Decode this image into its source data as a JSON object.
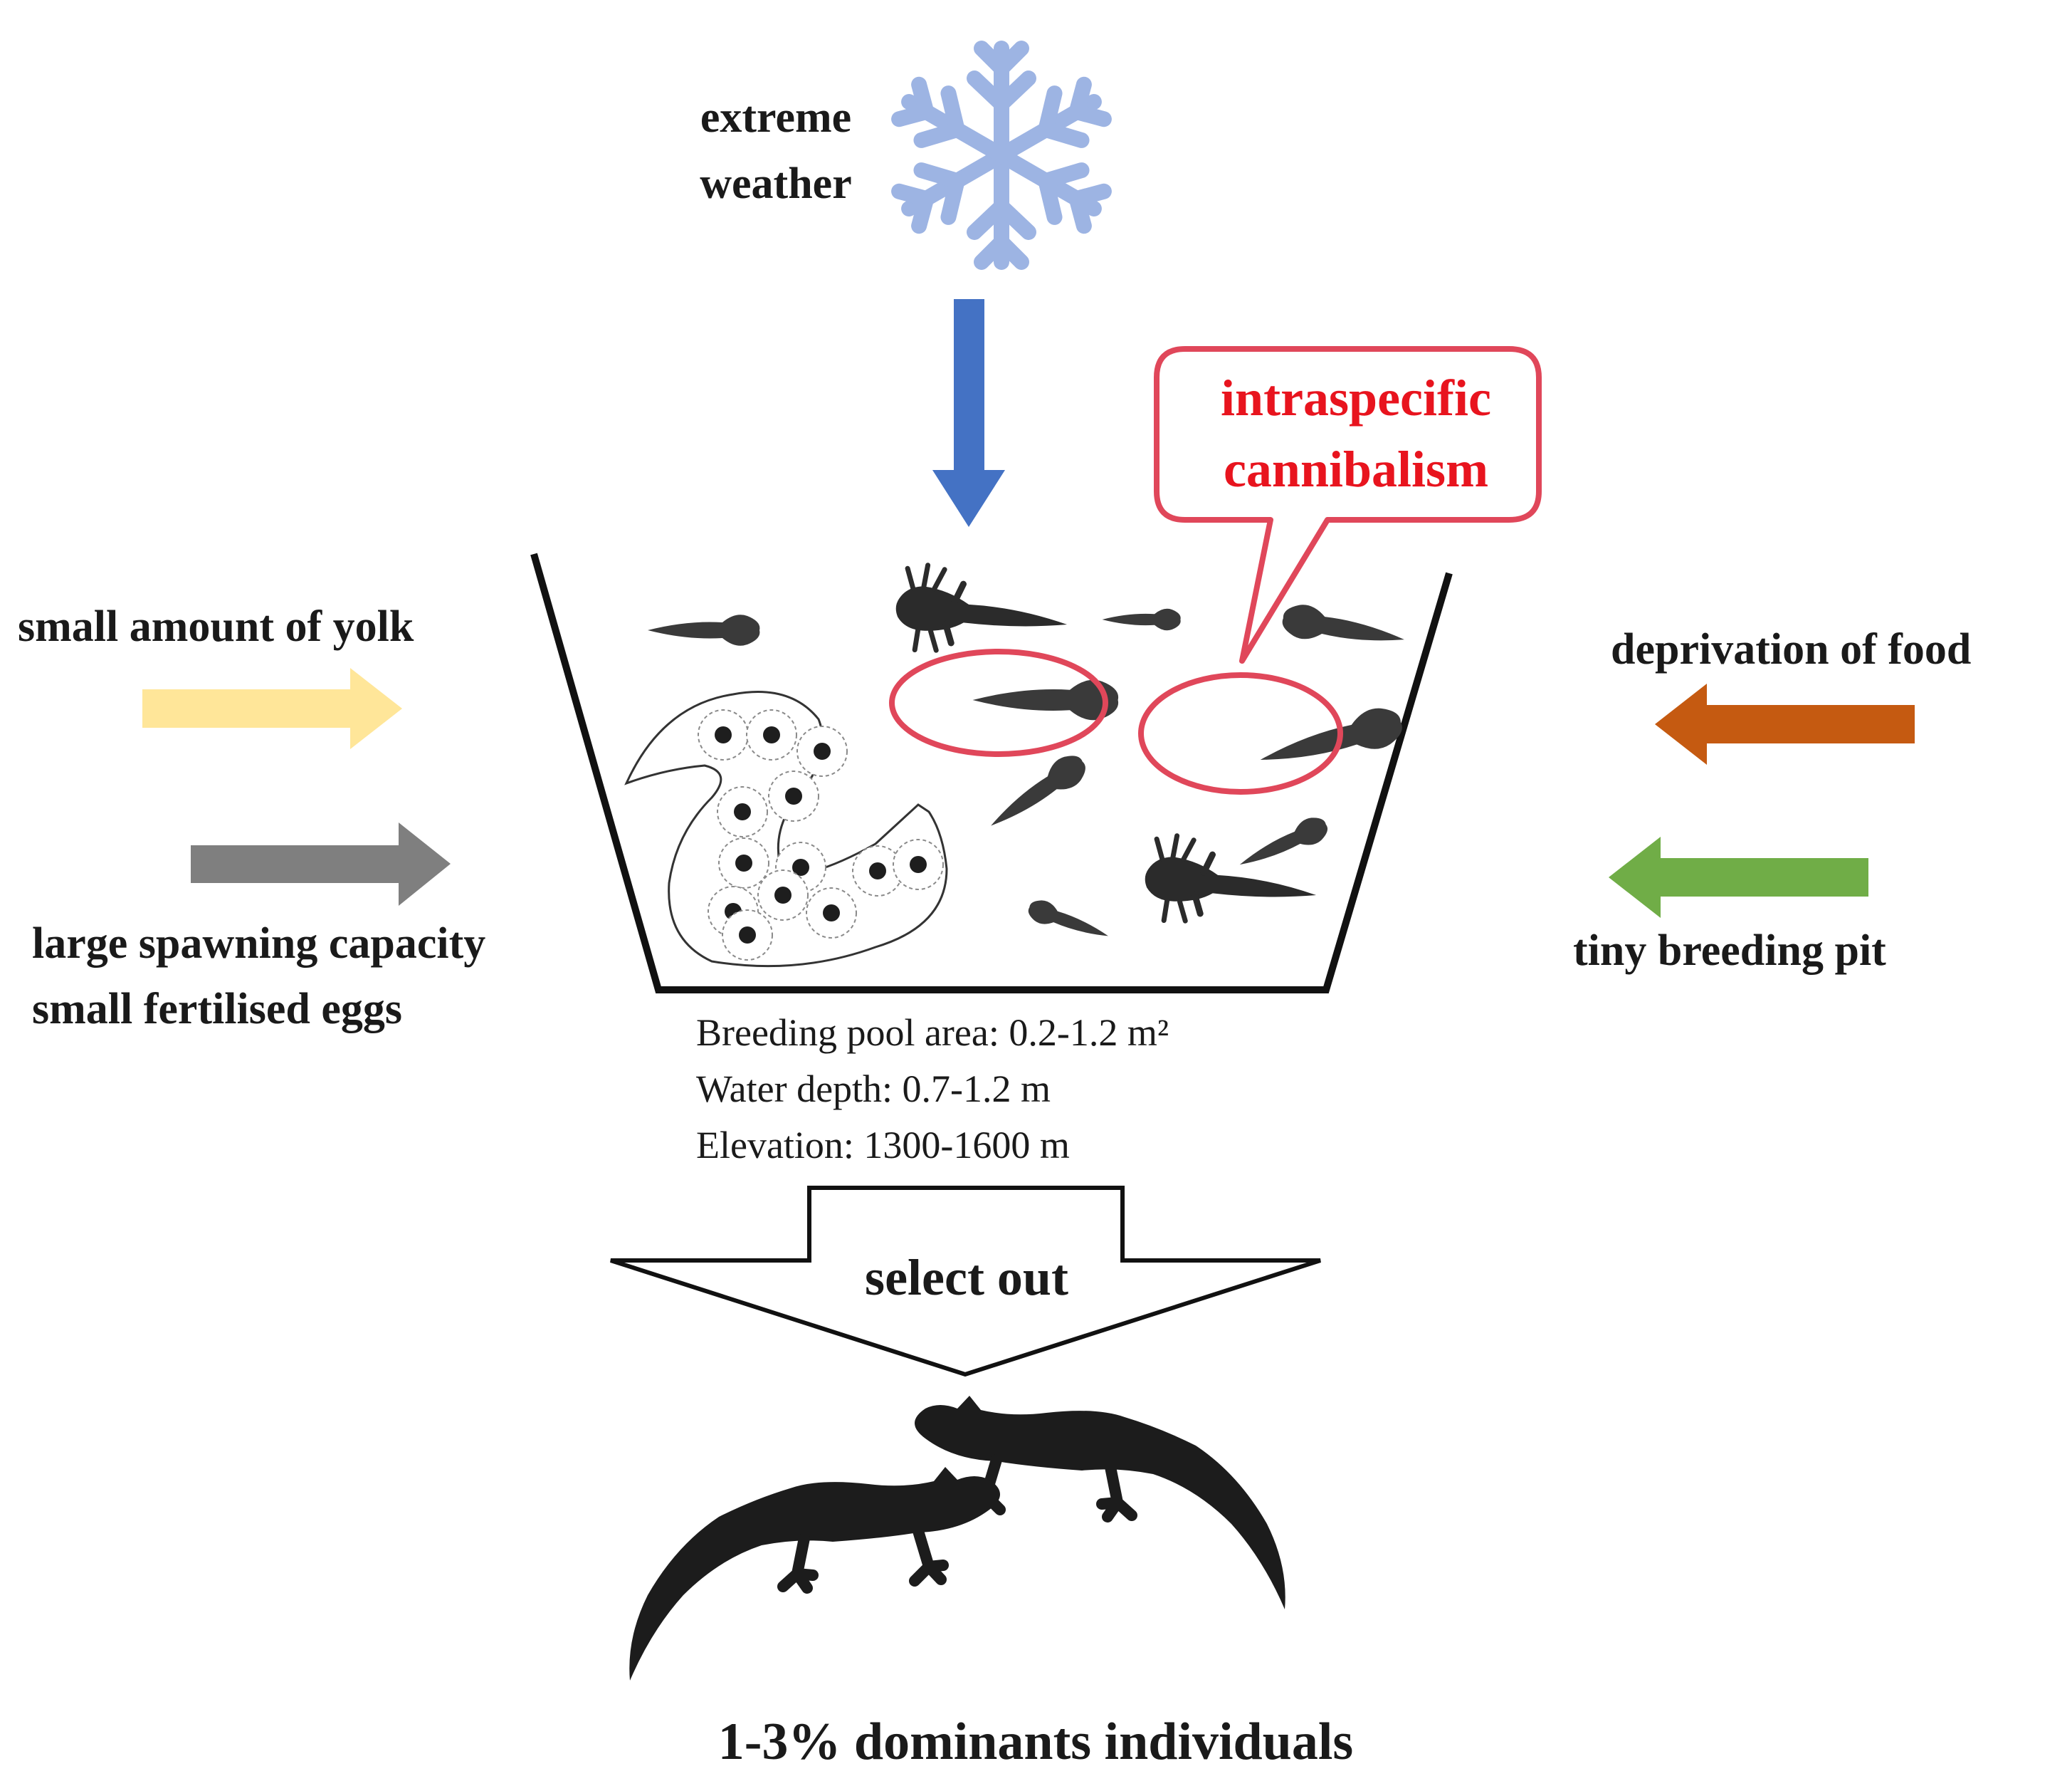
{
  "labels": {
    "weather_line1": "extreme",
    "weather_line2": "weather",
    "cannibalism_line1": "intraspecific",
    "cannibalism_line2": "cannibalism",
    "yolk": "small amount of yolk",
    "spawning_line1": "large spawning capacity",
    "spawning_line2": "small fertilised eggs",
    "food": "deprivation of food",
    "pit": "tiny breeding pit",
    "pool_area": "Breeding pool area: 0.2-1.2 m²",
    "water_depth": "Water depth: 0.7-1.2 m",
    "elevation": "Elevation: 1300-1600 m",
    "select_out": "select out",
    "result": "1-3% dominants individuals"
  },
  "colors": {
    "snowflake": "#9db4e3",
    "weather_arrow": "#4472c4",
    "yolk_arrow": "#ffe699",
    "spawning_arrow": "#7f7f7f",
    "food_arrow": "#c55a11",
    "pit_arrow": "#70ad47",
    "highlight": "#e0475a",
    "highlight_text": "#e8141e",
    "silhouette": "#2b2b2b"
  },
  "icons": [
    "snowflake-icon",
    "larva-icon",
    "egg-icon",
    "salamander-icon"
  ]
}
